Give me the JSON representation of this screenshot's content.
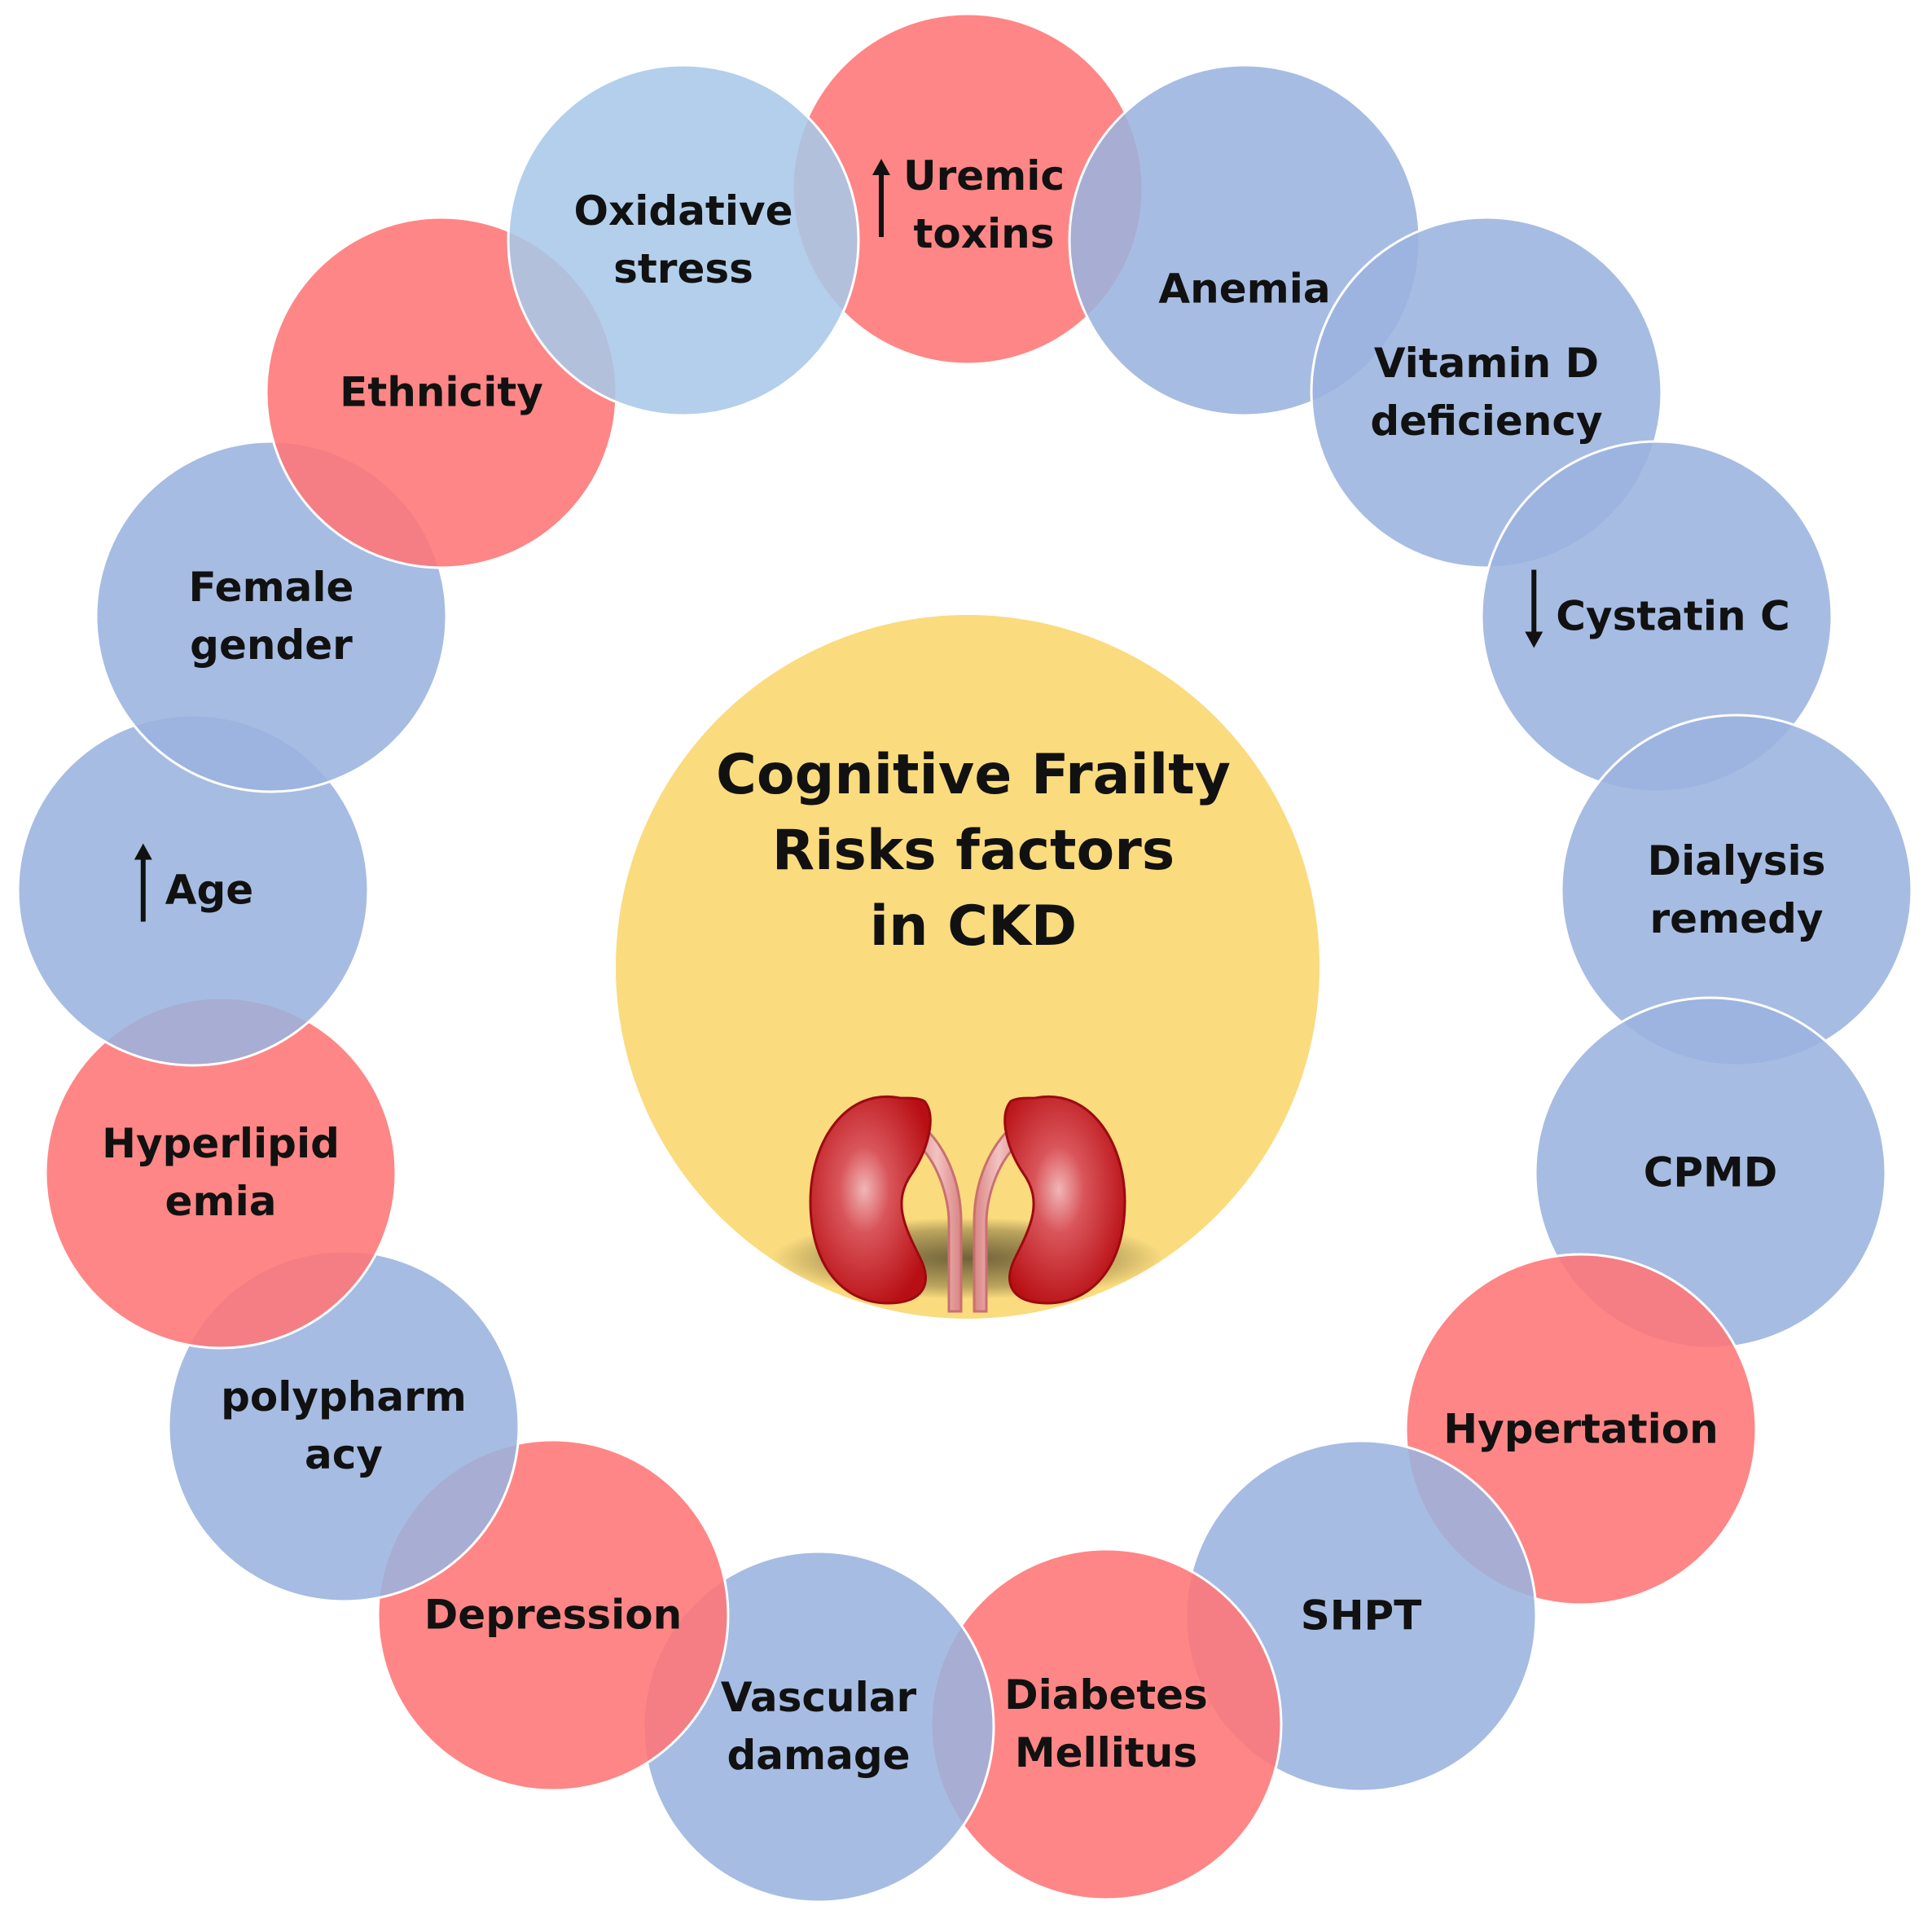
{
  "center": {
    "title_lines": [
      "Cognitive Frailty",
      "Risks factors",
      "in CKD"
    ],
    "image": "kidneys-icon",
    "color": "#FADB7E"
  },
  "colors": {
    "red": "#FF7575",
    "blue": "#9BB3DE",
    "light_blue": "#A8C8E8",
    "text": "#111111"
  },
  "factors": [
    {
      "id": "uremic-toxins",
      "lines": [
        "Uremic",
        "toxins"
      ],
      "arrow": "up",
      "color": "red"
    },
    {
      "id": "anemia",
      "lines": [
        "Anemia"
      ],
      "arrow": null,
      "color": "blue"
    },
    {
      "id": "vitamin-d-deficiency",
      "lines": [
        "Vitamin D",
        "deficiency"
      ],
      "arrow": null,
      "color": "blue"
    },
    {
      "id": "cystatin-c",
      "lines": [
        "Cystatin C"
      ],
      "arrow": "down",
      "color": "blue"
    },
    {
      "id": "dialysis-remedy",
      "lines": [
        "Dialysis",
        "remedy"
      ],
      "arrow": null,
      "color": "blue"
    },
    {
      "id": "cpmd",
      "lines": [
        "CPMD"
      ],
      "arrow": null,
      "color": "blue"
    },
    {
      "id": "hypertation",
      "lines": [
        "Hypertation"
      ],
      "arrow": null,
      "color": "red"
    },
    {
      "id": "shpt",
      "lines": [
        "SHPT"
      ],
      "arrow": null,
      "color": "blue"
    },
    {
      "id": "diabetes-mellitus",
      "lines": [
        "Diabetes",
        "Mellitus"
      ],
      "arrow": null,
      "color": "red"
    },
    {
      "id": "vascular-damage",
      "lines": [
        "Vascular",
        "damage"
      ],
      "arrow": null,
      "color": "blue"
    },
    {
      "id": "depression",
      "lines": [
        "Depression"
      ],
      "arrow": null,
      "color": "red"
    },
    {
      "id": "polypharmacy",
      "lines": [
        "polypharm",
        "acy"
      ],
      "arrow": null,
      "color": "blue"
    },
    {
      "id": "hyperlipidemia",
      "lines": [
        "Hyperlipid",
        "emia"
      ],
      "arrow": null,
      "color": "red"
    },
    {
      "id": "age",
      "lines": [
        "Age"
      ],
      "arrow": "up",
      "color": "blue"
    },
    {
      "id": "female-gender",
      "lines": [
        "Female",
        "gender"
      ],
      "arrow": null,
      "color": "blue"
    },
    {
      "id": "ethnicity",
      "lines": [
        "Ethnicity"
      ],
      "arrow": null,
      "color": "red"
    },
    {
      "id": "oxidative-stress",
      "lines": [
        "Oxidative",
        "stress"
      ],
      "arrow": null,
      "color": "light_blue"
    }
  ]
}
